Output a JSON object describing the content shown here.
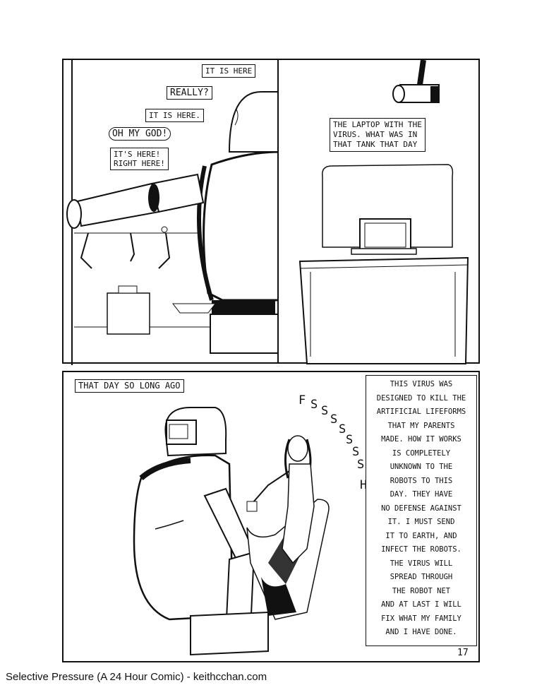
{
  "panel1": {
    "bubbles": [
      "IT IS HERE",
      "REALLY?",
      "IT IS HERE.",
      "OH MY GOD!",
      "IT'S HERE!",
      "RIGHT HERE!"
    ]
  },
  "panel2": {
    "caption_lines": [
      "THE LAPTOP WITH THE",
      "VIRUS. WHAT WAS IN",
      "THAT TANK THAT DAY"
    ]
  },
  "panel3": {
    "caption": "THAT DAY SO LONG AGO",
    "sfx": [
      "F",
      "S",
      "S",
      "S",
      "S",
      "S",
      "S",
      "S",
      "H"
    ],
    "narration_lines": [
      "THIS VIRUS WAS",
      "DESIGNED TO KILL THE",
      "ARTIFICIAL LIFEFORMS",
      "THAT MY PARENTS",
      "MADE. HOW IT WORKS",
      "IS COMPLETELY",
      "UNKNOWN TO THE",
      "ROBOTS TO THIS",
      "DAY. THEY HAVE",
      "NO DEFENSE AGAINST",
      "IT. I MUST SEND",
      "IT TO EARTH, AND",
      "INFECT THE ROBOTS.",
      "THE VIRUS WILL",
      "SPREAD THROUGH",
      "THE ROBOT NET",
      "AND AT LAST I WILL",
      "FIX WHAT MY FAMILY",
      "AND I HAVE DONE."
    ],
    "page_number": "17"
  },
  "footer": {
    "credit": "Selective Pressure (A 24 Hour Comic) - keithcchan.com"
  }
}
